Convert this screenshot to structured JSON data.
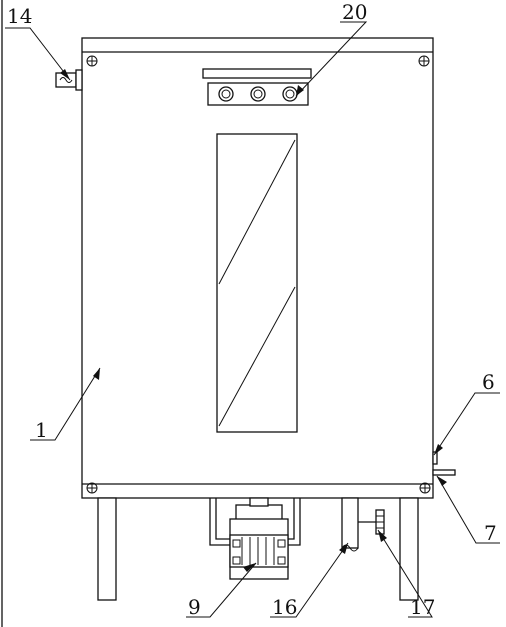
{
  "figure": {
    "labels": {
      "l1": "1",
      "l6": "6",
      "l7": "7",
      "l9": "9",
      "l14": "14",
      "l16": "16",
      "l17": "17",
      "l20": "20"
    }
  }
}
